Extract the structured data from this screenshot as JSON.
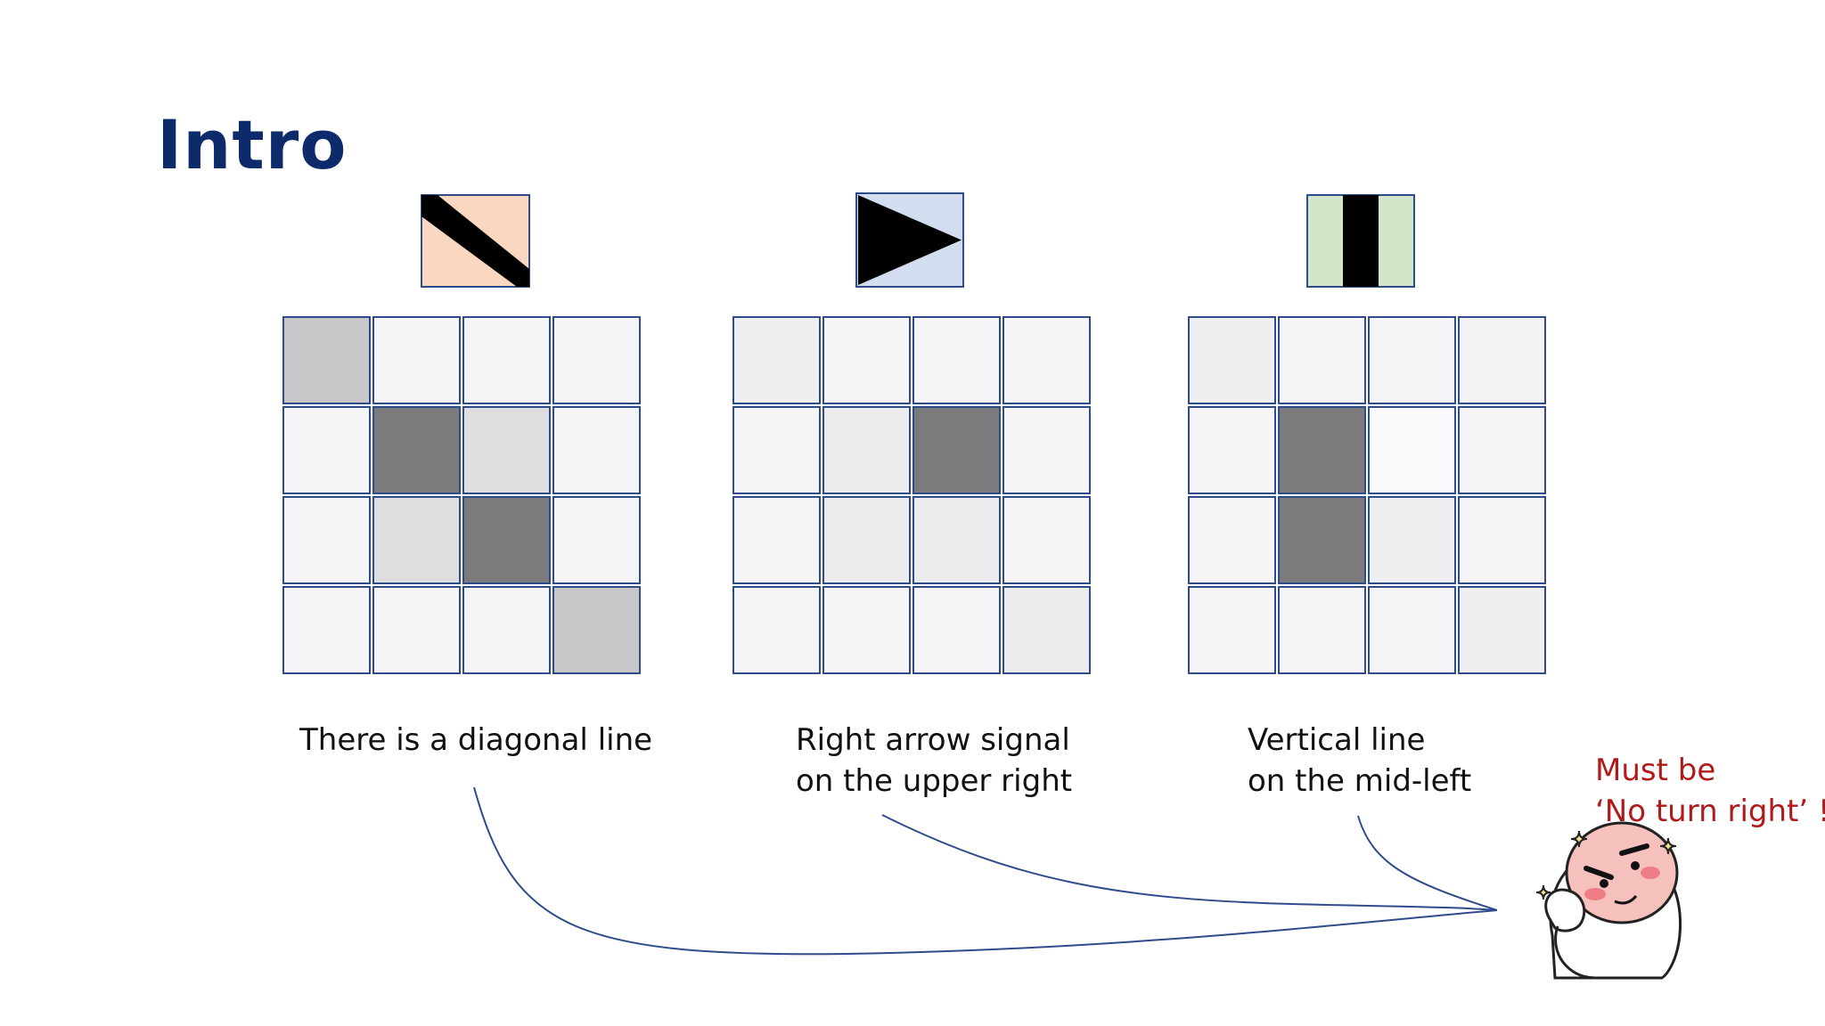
{
  "slide": {
    "title": "Intro"
  },
  "patterns": [
    {
      "icon": "diagonal-line-icon",
      "icon_bg": "#f9d7c0",
      "caption_lines": [
        "There is a diagonal line"
      ],
      "grid_levels": [
        [
          0.22,
          0.02,
          0.02,
          0.02
        ],
        [
          0.02,
          0.55,
          0.12,
          0.02
        ],
        [
          0.02,
          0.12,
          0.55,
          0.02
        ],
        [
          0.02,
          0.02,
          0.02,
          0.22
        ]
      ]
    },
    {
      "icon": "right-arrow-icon",
      "icon_bg": "#d2deef",
      "caption_lines": [
        "Right arrow signal",
        "on the upper right"
      ],
      "grid_levels": [
        [
          0.05,
          0.02,
          0.02,
          0.02
        ],
        [
          0.02,
          0.06,
          0.55,
          0.02
        ],
        [
          0.02,
          0.06,
          0.06,
          0.02
        ],
        [
          0.02,
          0.02,
          0.02,
          0.06
        ]
      ]
    },
    {
      "icon": "vertical-line-icon",
      "icon_bg": "#d4e6c9",
      "caption_lines": [
        "Vertical line",
        "on the mid-left"
      ],
      "grid_levels": [
        [
          0.05,
          0.02,
          0.02,
          0.03
        ],
        [
          0.02,
          0.55,
          0.0,
          0.02
        ],
        [
          0.02,
          0.55,
          0.05,
          0.02
        ],
        [
          0.02,
          0.02,
          0.02,
          0.05
        ]
      ]
    }
  ],
  "exclamation": {
    "lines": [
      "Must be",
      "‘No turn right’ !"
    ]
  },
  "mascot": "thinking-peach-mascot-icon",
  "colors": {
    "title": "#0d2a6b",
    "grid_border": "#2e4c8a",
    "connector": "#2e4c8a",
    "exclamation": "#b01a1a"
  }
}
